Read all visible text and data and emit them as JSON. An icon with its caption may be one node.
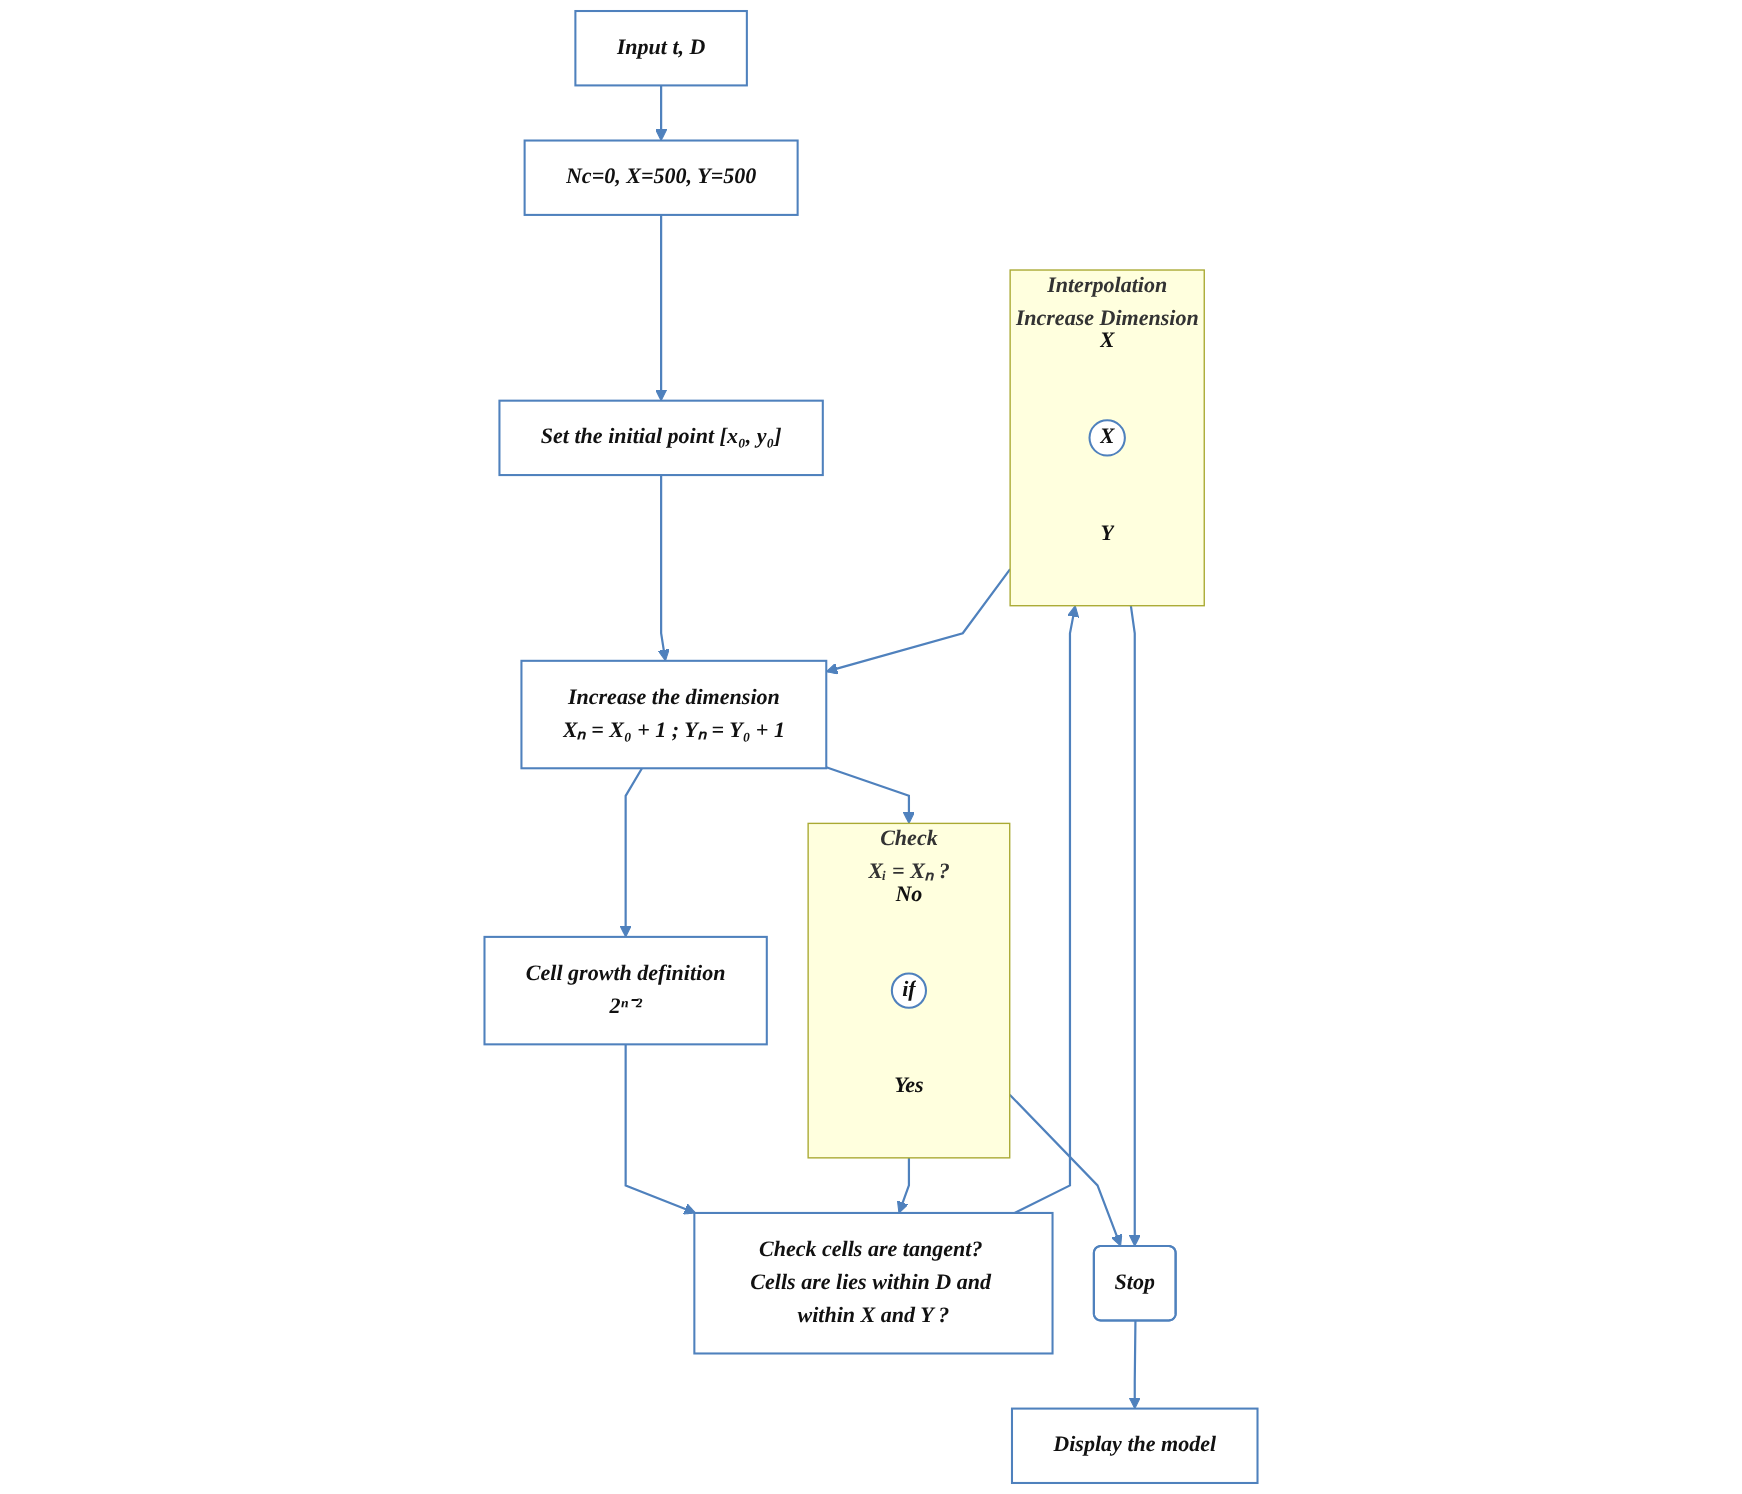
{
  "diagram": {
    "nodes": [
      {
        "text": [
          "Input t, D"
        ]
      },
      {
        "text": [
          "Nc=0, X=500, Y=500"
        ]
      },
      {
        "text": [
          "Set the initial point [x₀, y₀]"
        ]
      },
      {
        "text": [
          "Increase the dimension",
          "Xₙ = X₀ + 1 ; Yₙ = Y₀ + 1"
        ]
      },
      {
        "text": [
          "Cell growth definition",
          "2ⁿ⁻²"
        ]
      },
      {
        "text": [
          "Check",
          "Xᵢ = Xₙ ?"
        ]
      },
      {
        "text": [
          "if"
        ],
        "in": 5,
        "beside": [
          "No",
          "Yes"
        ]
      },
      {
        "text": [
          "Check cells are tangent? Cells are lies within D and within X and Y ?"
        ]
      },
      {
        "text": [
          "Interpolation",
          "Increase Dimension"
        ]
      },
      {
        "text": [
          "X"
        ],
        "in": 8,
        "beside": [
          "X",
          "Y"
        ]
      },
      {
        "text": [
          "Stop"
        ]
      },
      {
        "text": [
          "Display the model"
        ]
      }
    ],
    "edges": [
      {
        "from": 0,
        "to": 1,
        "arrow": "to"
      },
      {
        "from": 1,
        "to": 2,
        "arrow": "to"
      },
      {
        "from": 2,
        "to": 3,
        "arrow": "to"
      },
      {
        "from": 8,
        "to": 3,
        "arrow": "to"
      },
      {
        "from": 3,
        "to": 4,
        "arrow": "to"
      },
      {
        "from": 3,
        "to": 5,
        "arrow": "to"
      },
      {
        "from": 5,
        "to": 7,
        "arrow": "to"
      },
      {
        "from": 4,
        "to": 7,
        "arrow": "to"
      },
      {
        "from": 7,
        "to": 8,
        "arrow": "to"
      },
      {
        "from": 5,
        "to": 10,
        "arrow": "to"
      },
      {
        "from": 8,
        "to": 10,
        "arrow": "to"
      },
      {
        "from": 10,
        "to": 11,
        "arrow": "to"
      }
    ]
  }
}
